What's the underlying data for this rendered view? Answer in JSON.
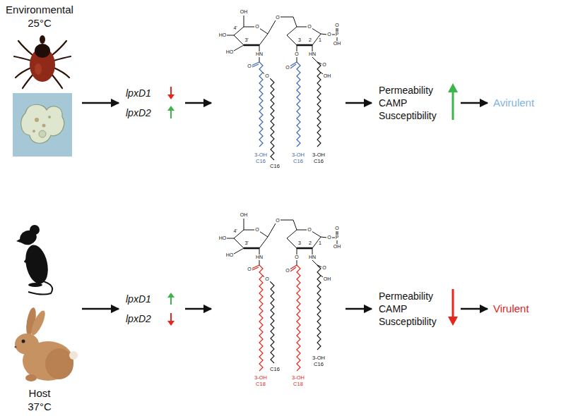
{
  "diagram": {
    "nodes": [
      {
        "text": [
          "Environmental",
          "25°C"
        ]
      },
      {
        "text": [
          "lpxD1",
          "lpxD2"
        ]
      },
      {
        "text": [
          "3-OH C16",
          "C16",
          "3-OH C16",
          "3-OH C16"
        ]
      },
      {
        "text": [
          "Permeability",
          "CAMP",
          "Susceptibility"
        ]
      },
      {
        "text": [
          "Avirulent"
        ]
      },
      {
        "text": [
          "Host",
          "37°C"
        ]
      },
      {
        "text": [
          "lpxD1",
          "lpxD2"
        ]
      },
      {
        "text": [
          "3-OH C18",
          "C16",
          "3-OH C18",
          "3-OH C16"
        ]
      },
      {
        "text": [
          "Permeability",
          "CAMP",
          "Susceptibility"
        ]
      },
      {
        "text": [
          "Virulent"
        ]
      }
    ],
    "edges": [
      {
        "from": 0,
        "to": 1,
        "arrow": "to"
      },
      {
        "from": 1,
        "to": 2,
        "arrow": "to"
      },
      {
        "from": 2,
        "to": 3,
        "arrow": "to"
      },
      {
        "from": 3,
        "to": 4,
        "arrow": "to"
      },
      {
        "from": 5,
        "to": 6,
        "arrow": "to"
      },
      {
        "from": 6,
        "to": 7,
        "arrow": "to"
      },
      {
        "from": 7,
        "to": 8,
        "arrow": "to"
      },
      {
        "from": 8,
        "to": 9,
        "arrow": "to"
      }
    ],
    "labels": [
      "HO",
      "4'",
      "OH",
      "O",
      "HO",
      "3'",
      "HN",
      "O",
      "O",
      "3",
      "2",
      "HN",
      "1",
      "O",
      "P",
      "O",
      "OH",
      "O",
      "O",
      "O",
      "O",
      "O",
      "OH",
      "HO",
      "4'",
      "OH",
      "O",
      "HO",
      "3'",
      "HN",
      "O",
      "O",
      "3",
      "2",
      "HN",
      "1",
      "O",
      "P",
      "O",
      "OH",
      "O",
      "O",
      "O",
      "O",
      "O",
      "OH"
    ]
  }
}
